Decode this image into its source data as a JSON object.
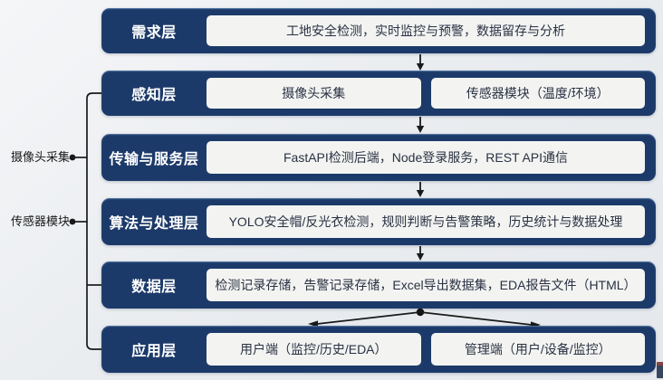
{
  "diagram": {
    "title_semantic": "工地安全检测系统分层架构",
    "layers": [
      {
        "name": "需求层",
        "items": [
          "工地安全检测，实时监控与预警，数据留存与分析"
        ]
      },
      {
        "name": "感知层",
        "items": [
          "摄像头采集",
          "传感器模块（温度/环境）"
        ]
      },
      {
        "name": "传输与服务层",
        "items": [
          "FastAPI检测后端，Node登录服务，REST API通信"
        ]
      },
      {
        "name": "算法与处理层",
        "items": [
          "YOLO安全帽/反光衣检测，规则判断与告警策略，历史统计与数据处理"
        ]
      },
      {
        "name": "数据层",
        "items": [
          "检测记录存储，告警记录存储，Excel导出数据集，EDA报告文件（HTML）"
        ]
      },
      {
        "name": "应用层",
        "items": [
          "用户端（监控/历史/EDA）",
          "管理端（用户/设备/监控）"
        ]
      }
    ],
    "side_labels": [
      {
        "text": "摄像头采集"
      },
      {
        "text": "传感器模块"
      }
    ],
    "colors": {
      "layer_box": "#1c3a69",
      "panel": "#f3f4f2",
      "background": "#e9ecef",
      "connector": "#1a1a1a",
      "layer_label_text": "#ffffff",
      "panel_text": "#2a3142"
    }
  }
}
